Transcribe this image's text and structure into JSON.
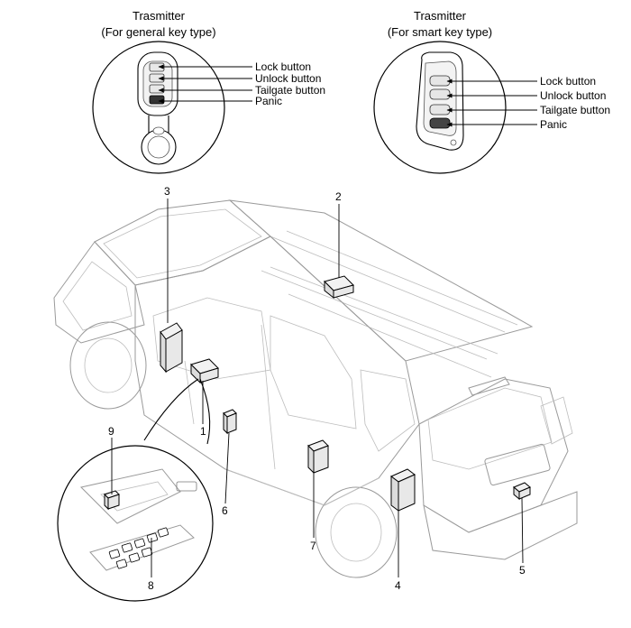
{
  "general_key": {
    "title_line1": "Trasmitter",
    "title_line2": "(For general key type)",
    "labels": [
      "Lock button",
      "Unlock button",
      "Tailgate button",
      "Panic"
    ]
  },
  "smart_key": {
    "title_line1": "Trasmitter",
    "title_line2": "(For smart key type)",
    "labels": [
      "Lock button",
      "Unlock button",
      "Tailgate button",
      "Panic"
    ]
  },
  "callouts": [
    "1",
    "2",
    "3",
    "4",
    "5",
    "6",
    "7",
    "8",
    "9"
  ]
}
